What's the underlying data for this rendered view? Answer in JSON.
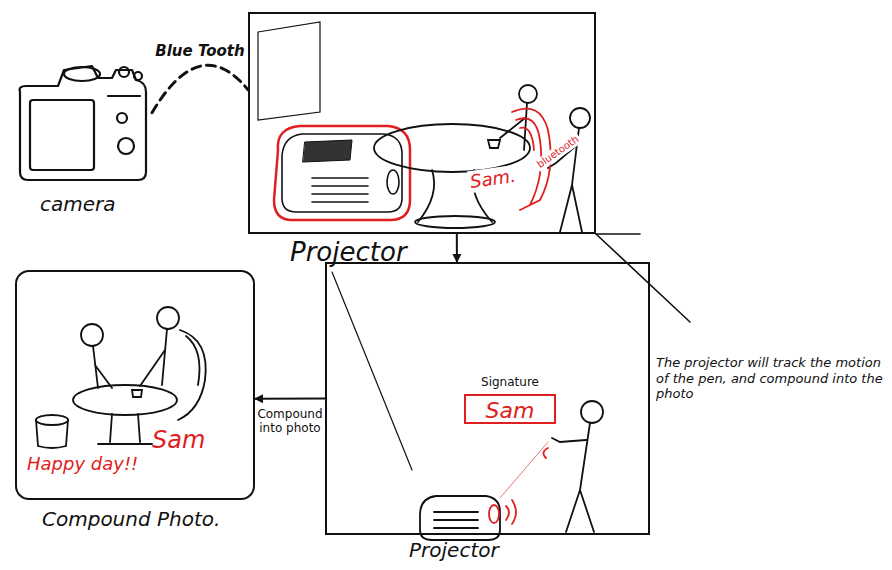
{
  "diagram": {
    "nodes": [
      {
        "text": [
          "camera"
        ]
      },
      {
        "text": [
          "Projector"
        ]
      },
      {
        "text": [
          "Projector"
        ]
      },
      {
        "text": [
          "Signature",
          "Sam"
        ],
        "in": 2
      },
      {
        "text": [
          "Happy day!!",
          "Sam",
          "Compound Photo."
        ]
      }
    ],
    "edges": [
      {
        "from": 0,
        "to": 1,
        "arrow": "none",
        "label": "Blue Tooth"
      },
      {
        "from": 1,
        "to": 2,
        "arrow": "to"
      },
      {
        "from": 2,
        "to": 4,
        "arrow": "to",
        "label": "Compound into photo"
      }
    ],
    "labels": [
      "Sam.",
      "bluetooth",
      "The projector will track the motion of the pen, and compound into the photo"
    ]
  }
}
